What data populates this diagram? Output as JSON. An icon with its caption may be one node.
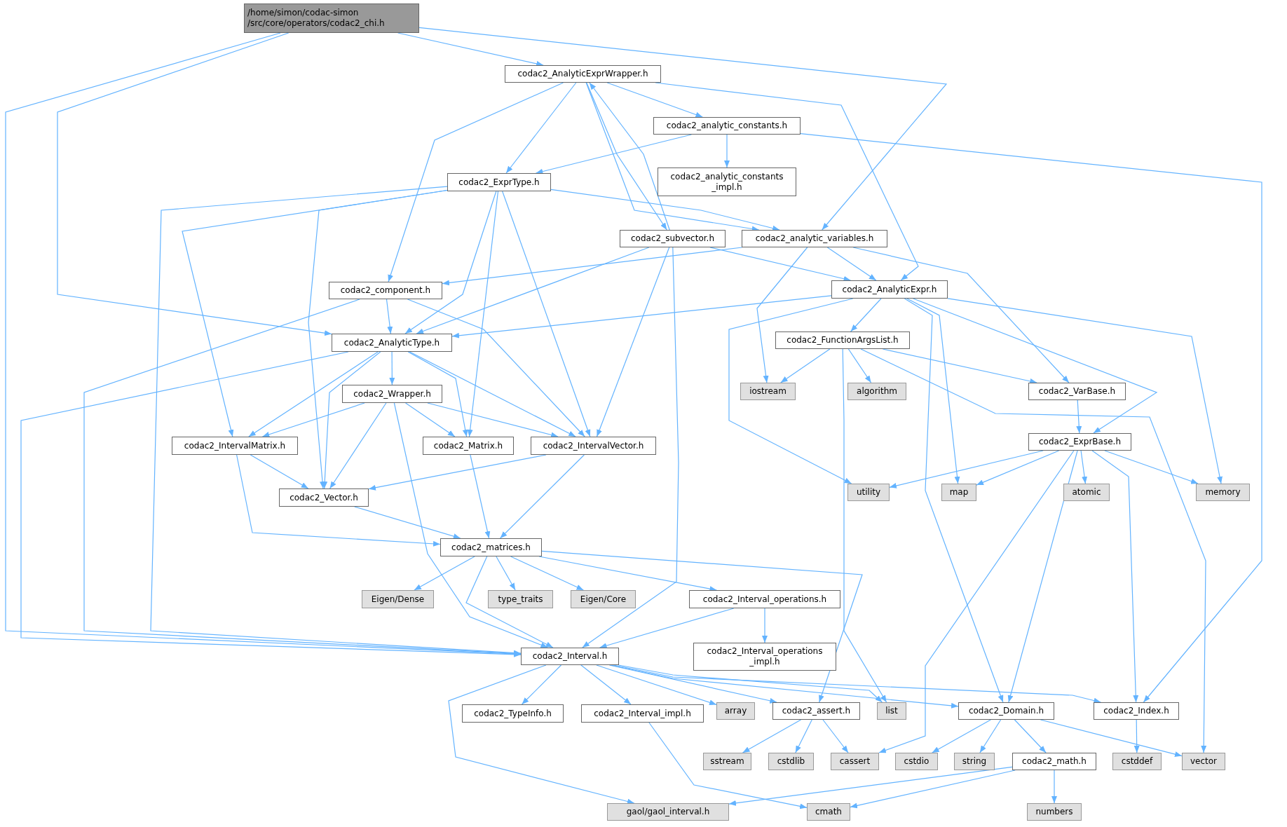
{
  "diagram": {
    "nodes": [
      {
        "text": [
          "/home/simon/codac-simon /src/core/operators/codac2_chi.h"
        ]
      },
      {
        "text": [
          "codac2_AnalyticExprWrapper.h"
        ]
      },
      {
        "text": [
          "codac2_analytic_constants.h"
        ]
      },
      {
        "text": [
          "codac2_analytic_constants _impl.h"
        ]
      },
      {
        "text": [
          "codac2_ExprType.h"
        ]
      },
      {
        "text": [
          "codac2_subvector.h"
        ]
      },
      {
        "text": [
          "codac2_analytic_variables.h"
        ]
      },
      {
        "text": [
          "codac2_component.h"
        ]
      },
      {
        "text": [
          "codac2_AnalyticExpr.h"
        ]
      },
      {
        "text": [
          "codac2_AnalyticType.h"
        ]
      },
      {
        "text": [
          "codac2_FunctionArgsList.h"
        ]
      },
      {
        "text": [
          "iostream"
        ]
      },
      {
        "text": [
          "algorithm"
        ]
      },
      {
        "text": [
          "codac2_VarBase.h"
        ]
      },
      {
        "text": [
          "codac2_Wrapper.h"
        ]
      },
      {
        "text": [
          "codac2_IntervalMatrix.h"
        ]
      },
      {
        "text": [
          "codac2_Matrix.h"
        ]
      },
      {
        "text": [
          "codac2_IntervalVector.h"
        ]
      },
      {
        "text": [
          "codac2_ExprBase.h"
        ]
      },
      {
        "text": [
          "codac2_Vector.h"
        ]
      },
      {
        "text": [
          "utility"
        ]
      },
      {
        "text": [
          "map"
        ]
      },
      {
        "text": [
          "atomic"
        ]
      },
      {
        "text": [
          "memory"
        ]
      },
      {
        "text": [
          "codac2_matrices.h"
        ]
      },
      {
        "text": [
          "Eigen/Dense"
        ]
      },
      {
        "text": [
          "type_traits"
        ]
      },
      {
        "text": [
          "Eigen/Core"
        ]
      },
      {
        "text": [
          "codac2_Interval_operations.h"
        ]
      },
      {
        "text": [
          "codac2_Interval_operations _impl.h"
        ]
      },
      {
        "text": [
          "codac2_Interval.h"
        ]
      },
      {
        "text": [
          "codac2_TypeInfo.h"
        ]
      },
      {
        "text": [
          "codac2_Interval_impl.h"
        ]
      },
      {
        "text": [
          "array"
        ]
      },
      {
        "text": [
          "codac2_assert.h"
        ]
      },
      {
        "text": [
          "list"
        ]
      },
      {
        "text": [
          "codac2_Domain.h"
        ]
      },
      {
        "text": [
          "codac2_Index.h"
        ]
      },
      {
        "text": [
          "sstream"
        ]
      },
      {
        "text": [
          "cstdlib"
        ]
      },
      {
        "text": [
          "cassert"
        ]
      },
      {
        "text": [
          "cstdio"
        ]
      },
      {
        "text": [
          "string"
        ]
      },
      {
        "text": [
          "codac2_math.h"
        ]
      },
      {
        "text": [
          "cstddef"
        ]
      },
      {
        "text": [
          "vector"
        ]
      },
      {
        "text": [
          "gaol/gaol_interval.h"
        ]
      },
      {
        "text": [
          "cmath"
        ]
      },
      {
        "text": [
          "numbers"
        ]
      }
    ],
    "edges": [
      {
        "from": 0,
        "to": 1,
        "arrow": "to"
      },
      {
        "from": 0,
        "to": 6,
        "arrow": "to"
      },
      {
        "from": 0,
        "to": 9,
        "arrow": "to"
      },
      {
        "from": 0,
        "to": 30,
        "arrow": "to"
      },
      {
        "from": 1,
        "to": 2,
        "arrow": "to"
      },
      {
        "from": 1,
        "to": 4,
        "arrow": "to"
      },
      {
        "from": 1,
        "to": 5,
        "arrow": "to"
      },
      {
        "from": 1,
        "to": 6,
        "arrow": "to"
      },
      {
        "from": 1,
        "to": 7,
        "arrow": "to"
      },
      {
        "from": 1,
        "to": 8,
        "arrow": "to"
      },
      {
        "from": 2,
        "to": 3,
        "arrow": "to"
      },
      {
        "from": 2,
        "to": 4,
        "arrow": "to"
      },
      {
        "from": 2,
        "to": 37,
        "arrow": "to"
      },
      {
        "from": 4,
        "to": 6,
        "arrow": "to"
      },
      {
        "from": 4,
        "to": 9,
        "arrow": "to"
      },
      {
        "from": 4,
        "to": 15,
        "arrow": "to"
      },
      {
        "from": 4,
        "to": 16,
        "arrow": "to"
      },
      {
        "from": 4,
        "to": 17,
        "arrow": "to"
      },
      {
        "from": 4,
        "to": 19,
        "arrow": "to"
      },
      {
        "from": 4,
        "to": 30,
        "arrow": "to"
      },
      {
        "from": 5,
        "to": 1,
        "arrow": "to"
      },
      {
        "from": 5,
        "to": 8,
        "arrow": "to"
      },
      {
        "from": 5,
        "to": 9,
        "arrow": "to"
      },
      {
        "from": 5,
        "to": 17,
        "arrow": "to"
      },
      {
        "from": 5,
        "to": 30,
        "arrow": "to"
      },
      {
        "from": 6,
        "to": 7,
        "arrow": "to"
      },
      {
        "from": 6,
        "to": 8,
        "arrow": "to"
      },
      {
        "from": 6,
        "to": 11,
        "arrow": "to"
      },
      {
        "from": 6,
        "to": 13,
        "arrow": "to"
      },
      {
        "from": 7,
        "to": 9,
        "arrow": "to"
      },
      {
        "from": 7,
        "to": 17,
        "arrow": "to"
      },
      {
        "from": 7,
        "to": 30,
        "arrow": "to"
      },
      {
        "from": 8,
        "to": 9,
        "arrow": "to"
      },
      {
        "from": 8,
        "to": 10,
        "arrow": "to"
      },
      {
        "from": 8,
        "to": 20,
        "arrow": "to"
      },
      {
        "from": 8,
        "to": 21,
        "arrow": "to"
      },
      {
        "from": 8,
        "to": 23,
        "arrow": "to"
      },
      {
        "from": 8,
        "to": 18,
        "arrow": "to"
      },
      {
        "from": 8,
        "to": 36,
        "arrow": "to"
      },
      {
        "from": 9,
        "to": 14,
        "arrow": "to"
      },
      {
        "from": 9,
        "to": 15,
        "arrow": "to"
      },
      {
        "from": 9,
        "to": 16,
        "arrow": "to"
      },
      {
        "from": 9,
        "to": 17,
        "arrow": "to"
      },
      {
        "from": 9,
        "to": 19,
        "arrow": "to"
      },
      {
        "from": 9,
        "to": 30,
        "arrow": "to"
      },
      {
        "from": 10,
        "to": 11,
        "arrow": "to"
      },
      {
        "from": 10,
        "to": 12,
        "arrow": "to"
      },
      {
        "from": 10,
        "to": 13,
        "arrow": "to"
      },
      {
        "from": 10,
        "to": 35,
        "arrow": "to"
      },
      {
        "from": 10,
        "to": 45,
        "arrow": "to"
      },
      {
        "from": 13,
        "to": 18,
        "arrow": "to"
      },
      {
        "from": 14,
        "to": 15,
        "arrow": "to"
      },
      {
        "from": 14,
        "to": 16,
        "arrow": "to"
      },
      {
        "from": 14,
        "to": 17,
        "arrow": "to"
      },
      {
        "from": 14,
        "to": 19,
        "arrow": "to"
      },
      {
        "from": 14,
        "to": 30,
        "arrow": "to"
      },
      {
        "from": 15,
        "to": 19,
        "arrow": "to"
      },
      {
        "from": 15,
        "to": 24,
        "arrow": "to"
      },
      {
        "from": 16,
        "to": 24,
        "arrow": "to"
      },
      {
        "from": 17,
        "to": 19,
        "arrow": "to"
      },
      {
        "from": 17,
        "to": 24,
        "arrow": "to"
      },
      {
        "from": 18,
        "to": 20,
        "arrow": "to"
      },
      {
        "from": 18,
        "to": 21,
        "arrow": "to"
      },
      {
        "from": 18,
        "to": 22,
        "arrow": "to"
      },
      {
        "from": 18,
        "to": 23,
        "arrow": "to"
      },
      {
        "from": 18,
        "to": 37,
        "arrow": "to"
      },
      {
        "from": 18,
        "to": 36,
        "arrow": "to"
      },
      {
        "from": 18,
        "to": 40,
        "arrow": "to"
      },
      {
        "from": 19,
        "to": 24,
        "arrow": "to"
      },
      {
        "from": 24,
        "to": 25,
        "arrow": "to"
      },
      {
        "from": 24,
        "to": 26,
        "arrow": "to"
      },
      {
        "from": 24,
        "to": 27,
        "arrow": "to"
      },
      {
        "from": 24,
        "to": 28,
        "arrow": "to"
      },
      {
        "from": 24,
        "to": 30,
        "arrow": "to"
      },
      {
        "from": 24,
        "to": 34,
        "arrow": "to"
      },
      {
        "from": 28,
        "to": 29,
        "arrow": "to"
      },
      {
        "from": 28,
        "to": 30,
        "arrow": "to"
      },
      {
        "from": 30,
        "to": 31,
        "arrow": "to"
      },
      {
        "from": 30,
        "to": 32,
        "arrow": "to"
      },
      {
        "from": 30,
        "to": 33,
        "arrow": "to"
      },
      {
        "from": 30,
        "to": 34,
        "arrow": "to"
      },
      {
        "from": 30,
        "to": 35,
        "arrow": "to"
      },
      {
        "from": 30,
        "to": 36,
        "arrow": "to"
      },
      {
        "from": 30,
        "to": 37,
        "arrow": "to"
      },
      {
        "from": 30,
        "to": 46,
        "arrow": "to"
      },
      {
        "from": 32,
        "to": 47,
        "arrow": "to"
      },
      {
        "from": 34,
        "to": 38,
        "arrow": "to"
      },
      {
        "from": 34,
        "to": 39,
        "arrow": "to"
      },
      {
        "from": 34,
        "to": 40,
        "arrow": "to"
      },
      {
        "from": 36,
        "to": 41,
        "arrow": "to"
      },
      {
        "from": 36,
        "to": 42,
        "arrow": "to"
      },
      {
        "from": 36,
        "to": 43,
        "arrow": "to"
      },
      {
        "from": 36,
        "to": 45,
        "arrow": "to"
      },
      {
        "from": 37,
        "to": 44,
        "arrow": "to"
      },
      {
        "from": 43,
        "to": 46,
        "arrow": "to"
      },
      {
        "from": 43,
        "to": 47,
        "arrow": "to"
      },
      {
        "from": 43,
        "to": 48,
        "arrow": "to"
      }
    ]
  }
}
